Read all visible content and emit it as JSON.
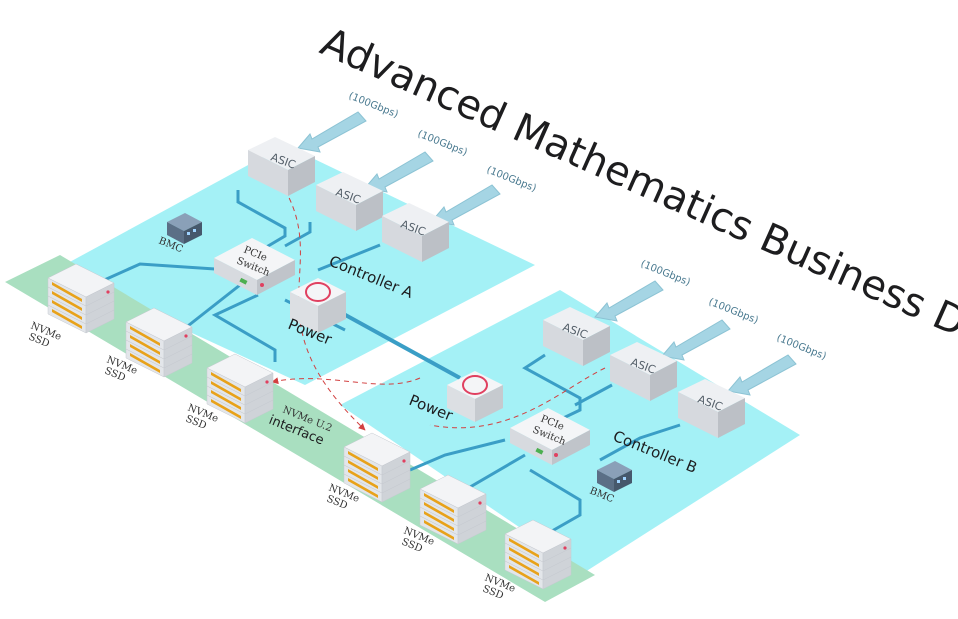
{
  "title": "Advanced Mathematics Business Data",
  "controller_a": {
    "label": "Controller  A",
    "asics": [
      "ASIC",
      "ASIC",
      "ASIC"
    ],
    "links": [
      "(100Gbps)",
      "(100Gbps)",
      "(100Gbps)"
    ],
    "switch_line1": "PCIe",
    "switch_line2": "Switch",
    "bmc": "BMC",
    "power": "Power"
  },
  "controller_b": {
    "label": "Controller  B",
    "asics": [
      "ASIC",
      "ASIC",
      "ASIC"
    ],
    "links": [
      "(100Gbps)",
      "(100Gbps)",
      "(100Gbps)"
    ],
    "switch_line1": "PCIe",
    "switch_line2": "Switch",
    "bmc": "BMC",
    "power": "Power"
  },
  "interface": {
    "line1": "NVMe U.2",
    "line2": "interface"
  },
  "ssds": [
    {
      "line1": "NVMe",
      "line2": "SSD"
    },
    {
      "line1": "NVMe",
      "line2": "SSD"
    },
    {
      "line1": "NVMe",
      "line2": "SSD"
    },
    {
      "line1": "NVMe",
      "line2": "SSD"
    },
    {
      "line1": "NVMe",
      "line2": "SSD"
    },
    {
      "line1": "NVMe",
      "line2": "SSD"
    }
  ],
  "colors": {
    "platform": "#9ff0f5",
    "ssd_rail": "#a9dfc0",
    "trace": "#3a9ec6",
    "arrow": "#a5d5e4",
    "power_ring": "#e04060",
    "dashed": "#d24040"
  }
}
